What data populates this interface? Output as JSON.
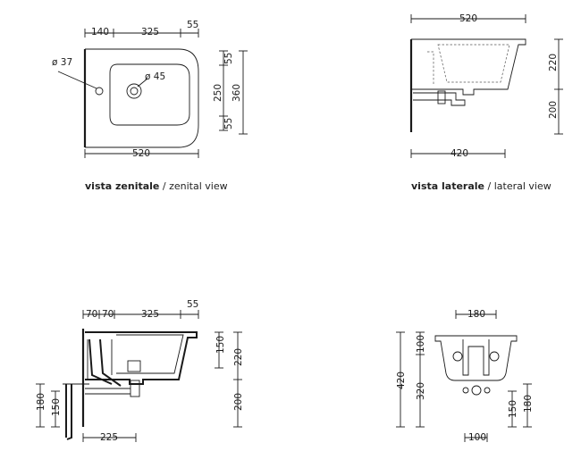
{
  "views": {
    "zenital": {
      "caption_it": "vista zenitale",
      "caption_sep": " / ",
      "caption_en": "zenital view",
      "dims": {
        "top_a": "140",
        "top_b": "325",
        "top_c": "55",
        "width": "520",
        "right_a": "55",
        "right_b": "250",
        "right_c": "55",
        "height": "360",
        "hole_tap": "ø 37",
        "hole_drain": "ø 45"
      }
    },
    "lateral": {
      "caption_it": "vista laterale",
      "caption_sep": " / ",
      "caption_en": "lateral view",
      "dims": {
        "top": "520",
        "bottom": "420",
        "right_a": "220",
        "right_b": "200"
      }
    },
    "section": {
      "dims": {
        "top_a": "70",
        "top_b": "70",
        "top_c": "325",
        "top_d": "55",
        "right_a": "150",
        "right_b": "220",
        "right_c": "200",
        "left_a": "180",
        "left_b": "150",
        "bottom": "225"
      }
    },
    "front": {
      "dims": {
        "top": "180",
        "left_a": "420",
        "left_b": "100",
        "left_c": "320",
        "right_a": "150",
        "right_b": "180",
        "bottom": "100"
      }
    }
  }
}
